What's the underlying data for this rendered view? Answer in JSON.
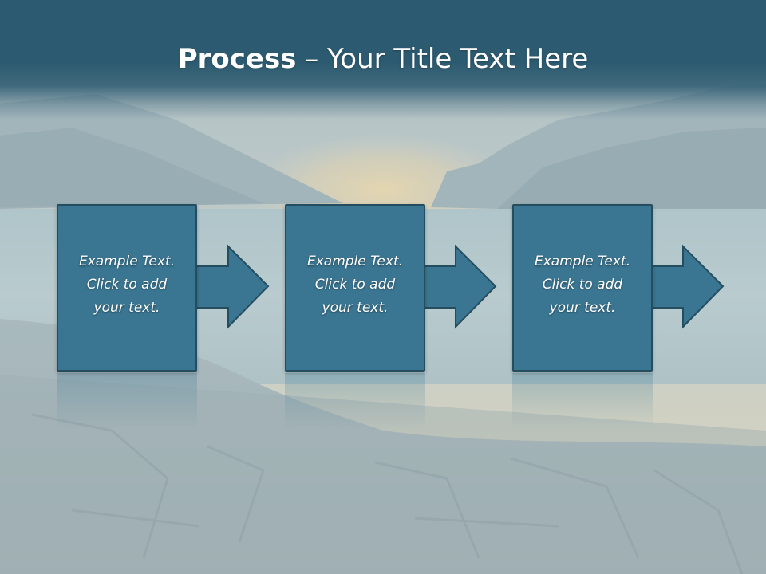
{
  "slide": {
    "title_bold": "Process",
    "title_rest": " – Your Title Text Here"
  },
  "steps": [
    {
      "lines": [
        "Example Text.",
        "Click  to add",
        "your text."
      ]
    },
    {
      "lines": [
        "Example Text.",
        "Click  to add",
        "your text."
      ]
    },
    {
      "lines": [
        "Example Text.",
        "Click  to add",
        "your text."
      ]
    }
  ],
  "colors": {
    "header": "#2c5a70",
    "box_fill": "#3a7591",
    "box_border": "#244d60",
    "text": "#ffffff"
  }
}
